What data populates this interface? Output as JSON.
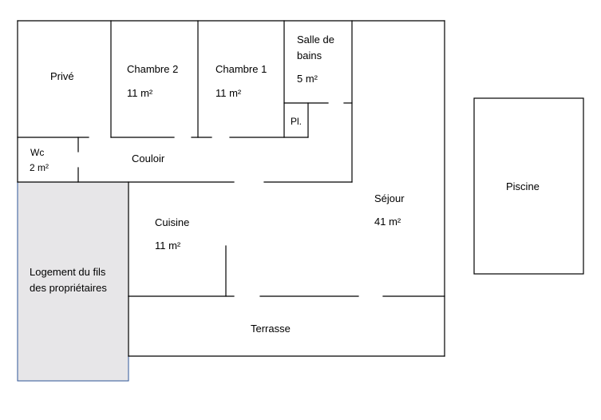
{
  "colors": {
    "wall": "#000000",
    "annex_fill": "#e7e6e8",
    "annex_border": "#2f5597",
    "text": "#000000"
  },
  "rooms": {
    "prive": {
      "name": "Privé"
    },
    "chambre2": {
      "name": "Chambre 2",
      "area": "11 m²"
    },
    "chambre1": {
      "name": "Chambre 1",
      "area": "11 m²"
    },
    "salle_de_bains": {
      "name_line1": "Salle de",
      "name_line2": "bains",
      "area": "5 m²"
    },
    "placard": {
      "name": "Pl."
    },
    "wc": {
      "name": "Wc",
      "area": "2 m²"
    },
    "couloir": {
      "name": "Couloir"
    },
    "cuisine": {
      "name": "Cuisine",
      "area": "11 m²"
    },
    "sejour": {
      "name": "Séjour",
      "area": "41 m²"
    },
    "logement": {
      "name_line1": "Logement du fils",
      "name_line2": "des propriétaires"
    },
    "terrasse": {
      "name": "Terrasse"
    },
    "piscine": {
      "name": "Piscine"
    }
  }
}
